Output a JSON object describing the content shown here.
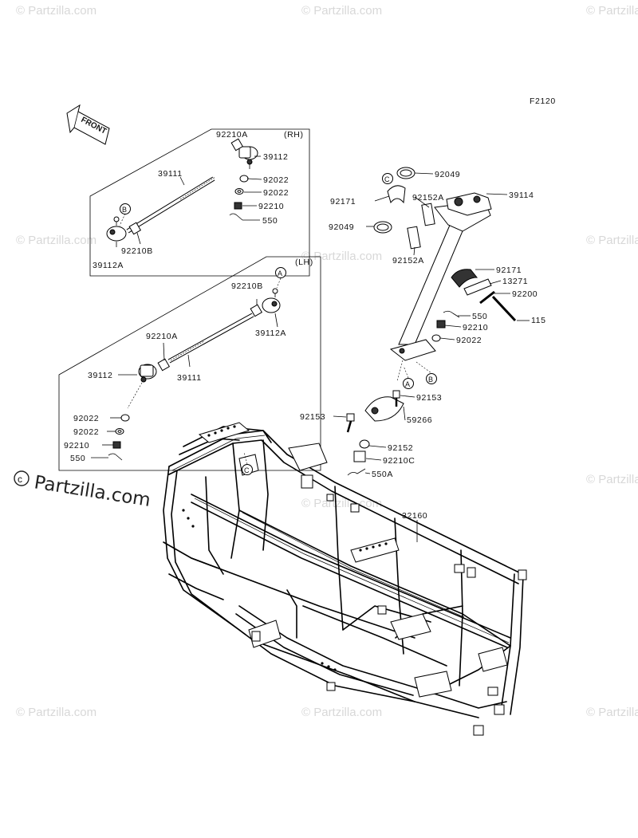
{
  "figure_code": "F2120",
  "front_arrow_text": "FRONT",
  "watermark": "© Partzilla.com",
  "watermark_small": "Partzilla.com",
  "side_rh": "(RH)",
  "side_lh": "(LH)",
  "ref_a": "A",
  "ref_b": "B",
  "ref_c": "C",
  "labels": {
    "rh_92210A": "92210A",
    "rh_39112": "39112",
    "rh_39111": "39111",
    "rh_92022a": "92022",
    "rh_92022b": "92022",
    "rh_92210": "92210",
    "rh_550": "550",
    "rh_92210B": "92210B",
    "rh_39112A": "39112A",
    "lh_92210B": "92210B",
    "lh_39112A": "39112A",
    "lh_92210A": "92210A",
    "lh_39112": "39112",
    "lh_39111": "39111",
    "lh_92022a": "92022",
    "lh_92022b": "92022",
    "lh_92210": "92210",
    "lh_550": "550",
    "c_92049a": "92049",
    "c_92171a": "92171",
    "c_92152Aa": "92152A",
    "c_39114": "39114",
    "c_92049b": "92049",
    "c_92152Ab": "92152A",
    "c_92171b": "92171",
    "c_13271": "13271",
    "c_92200": "92200",
    "c_550": "550",
    "c_92210": "92210",
    "c_115": "115",
    "c_92022": "92022",
    "c_92153a": "92153",
    "c_92153b": "92153",
    "c_59266": "59266",
    "c_92152": "92152",
    "c_92210C": "92210C",
    "c_550A": "550A",
    "frame_32160": "32160"
  }
}
